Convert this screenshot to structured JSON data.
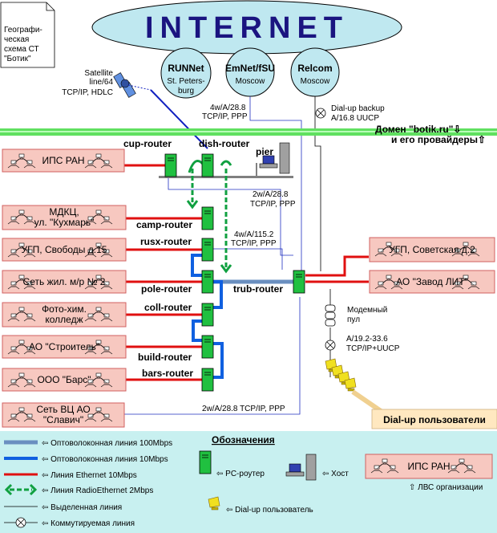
{
  "title": "INTERNET",
  "map_note": [
    "Географи-",
    "ческая",
    "схема СТ",
    "\"Ботик\""
  ],
  "providers": [
    {
      "name": "RUNNet",
      "line1": "St. Peters-",
      "line2": "burg"
    },
    {
      "name": "EmNet/fSU",
      "line1": "Moscow",
      "line2": ""
    },
    {
      "name": "Relcom",
      "line1": "Moscow",
      "line2": ""
    }
  ],
  "satellite": [
    "Satellite",
    "line/64",
    "TCP/IP, HDLC"
  ],
  "domain_label": [
    "Домен \"botik.ru\"⇩",
    "и его провайдеры⇧"
  ],
  "link_labels": {
    "emnet": [
      "4w/A/28.8",
      "TCP/IP, PPP"
    ],
    "relcom": [
      "Dial-up backup",
      "A/16.8 UUCP"
    ],
    "camp": [
      "2w/A/28.8",
      "TCP/IP, PPP"
    ],
    "rusx": [
      "4w/A/115.2",
      "TCP/IP, PPP"
    ],
    "slavich": "2w/A/28.8 TCP/IP, PPP",
    "modem": [
      "Модемный",
      "пул"
    ],
    "dialin": [
      "A/19.2-33.6",
      "TCP/IP+UUCP"
    ]
  },
  "routers": {
    "cup": "cup-router",
    "dish": "dish-router",
    "pier": "pier",
    "camp": "camp-router",
    "rusx": "rusx-router",
    "pole": "pole-router",
    "trub": "trub-router",
    "coll": "coll-router",
    "build": "build-router",
    "bars": "bars-router"
  },
  "lans_left": [
    [
      "ИПС РАН"
    ],
    [
      "МДКЦ,",
      "ул. \"Кухмарь\""
    ],
    [
      "УГП, Свободы д.15"
    ],
    [
      "Сеть жил. м/р № 2"
    ],
    [
      "Фото-хим.",
      "колледж"
    ],
    [
      "АО \"Строитель\""
    ],
    [
      "ООО \"Барс\""
    ],
    [
      "Сеть ВЦ АО",
      "\"Славич\""
    ]
  ],
  "lans_right": [
    [
      "УГП, Советская д.2"
    ],
    [
      "АО \"Завод ЛИТ\""
    ]
  ],
  "dialup_users": "Dial-up пользователи",
  "legend": {
    "title": "Обозначения",
    "items": [
      "⇦ Оптоволоконная линия 100Mbps",
      "⇦ Оптоволоконная линия 10Mbps",
      "⇦ Линия Ethernet 10Mbps",
      "⇦ Линия RadioEthernet 2Mbps",
      "⇦ Выделенная линия",
      "⇦ Коммутируемая линия"
    ],
    "pc_router": "⇦ PC-роутер",
    "host": "⇦ Хост",
    "dialup_user": "⇦ Dial-up пользователь",
    "lan_name": "ИПС РАН",
    "lan_caption": "⇧ ЛВС организации"
  },
  "colors": {
    "lan_fill": "#f7c8c0",
    "ethernet": "#e01010",
    "fiber100": "#6a8fc0",
    "fiber10": "#1060e0",
    "radio": "#10a040",
    "router": "#20c040",
    "provider": "#bfe8f0",
    "legend_bg": "#c8f0f0",
    "green_bar": "#60e060"
  }
}
